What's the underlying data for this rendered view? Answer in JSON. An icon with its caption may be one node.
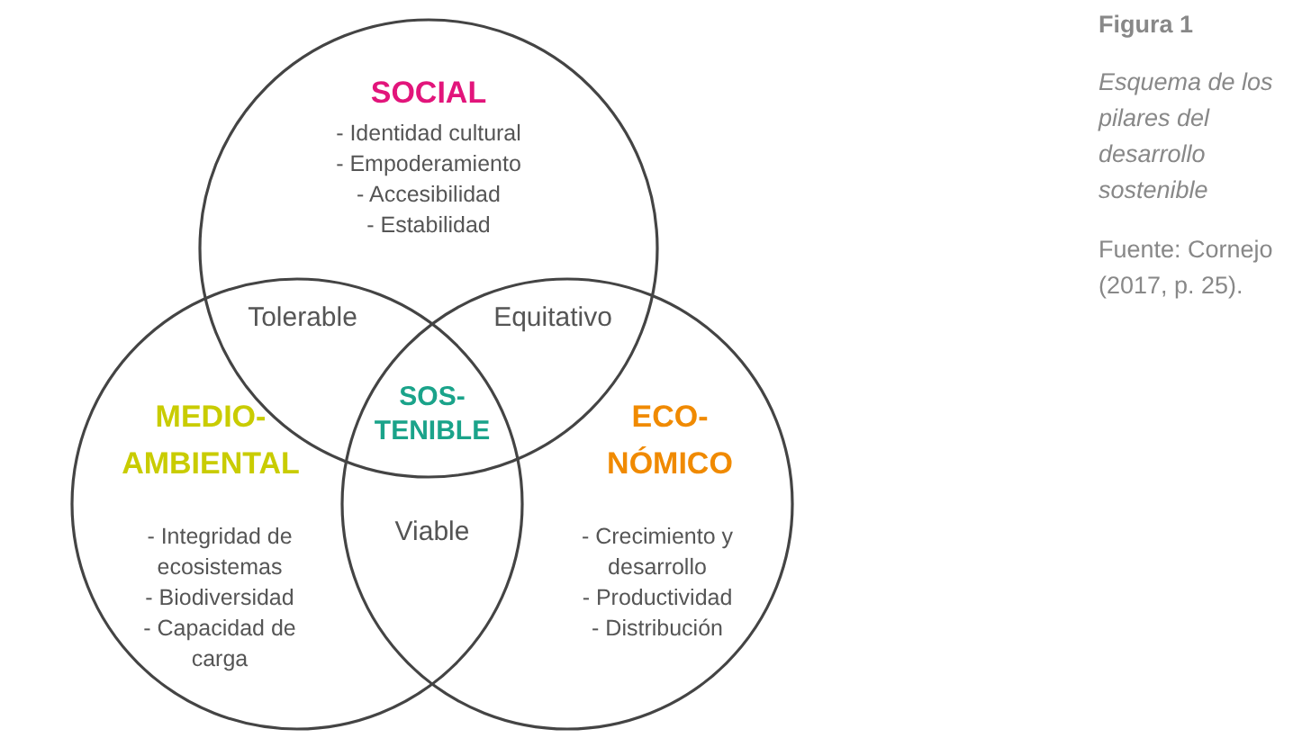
{
  "diagram": {
    "title": "Figura 1",
    "caption": "Esquema de los pilares del desarrollo sostenible",
    "nodes": [
      {
        "text": [
          "SOCIAL",
          "- Identidad cultural",
          "- Empoderamiento",
          "- Accesibilidad",
          "- Estabilidad"
        ]
      },
      {
        "text": [
          "MEDIO-AMBIENTAL",
          "- Integridad de ecosistemas",
          "- Biodiversidad",
          "- Capacidad de carga"
        ]
      },
      {
        "text": [
          "ECO-NÓMICO",
          "- Crecimiento y desarrollo",
          "- Productividad",
          "- Distribución"
        ]
      }
    ],
    "edges": [],
    "labels": [
      "Tolerable",
      "Equitativo",
      "SOS-TENIBLE",
      "Viable",
      "Fuente: Cornejo (2017, p. 25)."
    ]
  }
}
